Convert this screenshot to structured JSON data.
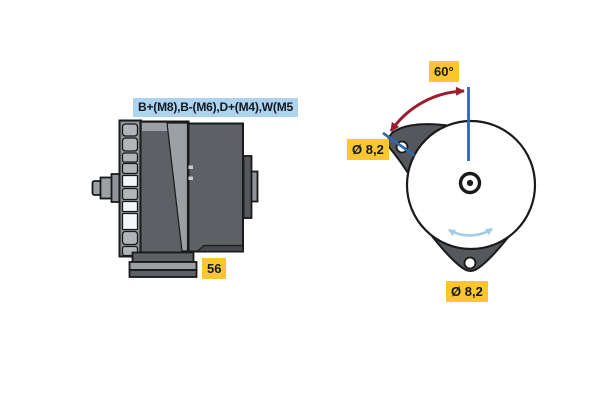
{
  "colors": {
    "label_yellow": "#fbc62f",
    "label_blue_bg": "#aed3ee",
    "label_text": "#101820",
    "line_blue": "#3068ad",
    "arrow_red": "#9b1d2e",
    "arrow_light_blue": "#a4cbe8",
    "body_dark": "#5d6165",
    "body_mid": "#9aa0a4",
    "tab_gray": "#54585c",
    "slot_gray": "#b0b5b9",
    "slot_white": "#f4f6f7",
    "outline": "#1a1a1a",
    "connector_gray": "#8e9499",
    "lip_dark": "#45494d"
  },
  "side_view": {
    "terminal_label": "B+(M8),B-(M6),D+(M4),W(M5",
    "foot_size_label": "56"
  },
  "front_view": {
    "angle_label": "60°",
    "top_hole_label": "Ø 8,2",
    "bottom_hole_label": "Ø 8,2"
  }
}
